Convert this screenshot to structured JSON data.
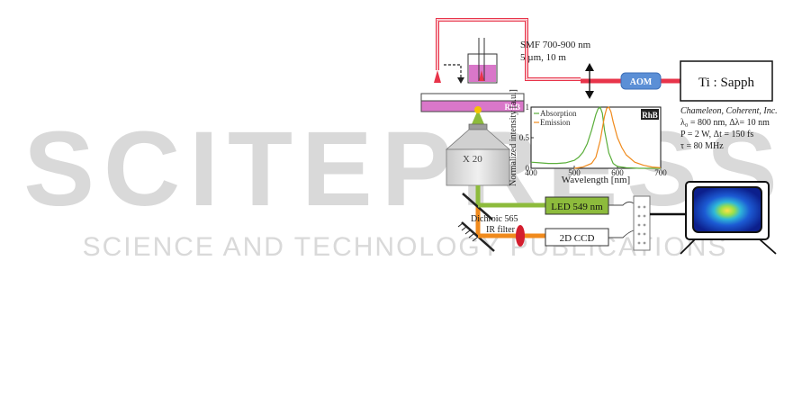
{
  "watermark": {
    "line1": "SCITEPRESS",
    "line2": "SCIENCE AND TECHNOLOGY PUBLICATIONS"
  },
  "labels": {
    "fiber_line1": "SMF 700-900 nm",
    "fiber_line2": "5 µm, 10 m",
    "aom": "AOM",
    "laser": "Ti : Sapph",
    "laser_info1": "Chameleon, Coherent, Inc.",
    "laser_info2": "λ₀ = 800 nm, Δλ= 10 nm",
    "laser_info3": "P = 2 W, Δt = 150 fs",
    "laser_info4": "τ = 80 MHz",
    "sample": "RhB",
    "objective": "X 20",
    "dichroic": "Dichroic 565",
    "ir_filter": "IR filter",
    "led": "LED 549 nm",
    "ccd": "2D CCD"
  },
  "colors": {
    "pump": "#e8344a",
    "fluorescence": "#f08a1c",
    "led_beam": "#8dbb3c",
    "sample": "#d977c9",
    "aom": "#5b8fd6"
  },
  "chart_data": {
    "type": "line",
    "title": "RhB",
    "xlabel": "Wavelength [nm]",
    "ylabel": "Normalized intensity [a.u.]",
    "xlim": [
      400,
      700
    ],
    "ylim": [
      0,
      1
    ],
    "xticks": [
      "400",
      "500",
      "600",
      "700"
    ],
    "yticks": [
      "0",
      "0.5",
      "1"
    ],
    "legend_position": "top-left",
    "series": [
      {
        "name": "Absorption",
        "color": "#5aae3a",
        "x": [
          400,
          420,
          440,
          460,
          480,
          500,
          510,
          520,
          530,
          540,
          550,
          555,
          560,
          565,
          570,
          580,
          590,
          600,
          620,
          650,
          700
        ],
        "y": [
          0.1,
          0.09,
          0.08,
          0.08,
          0.09,
          0.13,
          0.18,
          0.26,
          0.4,
          0.62,
          0.88,
          0.97,
          1.0,
          0.9,
          0.62,
          0.25,
          0.08,
          0.03,
          0.01,
          0.0,
          0.0
        ]
      },
      {
        "name": "Emission",
        "color": "#f08a1c",
        "x": [
          500,
          520,
          540,
          550,
          560,
          570,
          575,
          580,
          585,
          590,
          600,
          610,
          620,
          640,
          660,
          680,
          700
        ],
        "y": [
          0.0,
          0.02,
          0.08,
          0.18,
          0.45,
          0.85,
          0.98,
          1.0,
          0.92,
          0.76,
          0.5,
          0.34,
          0.22,
          0.1,
          0.05,
          0.02,
          0.01
        ]
      }
    ]
  }
}
